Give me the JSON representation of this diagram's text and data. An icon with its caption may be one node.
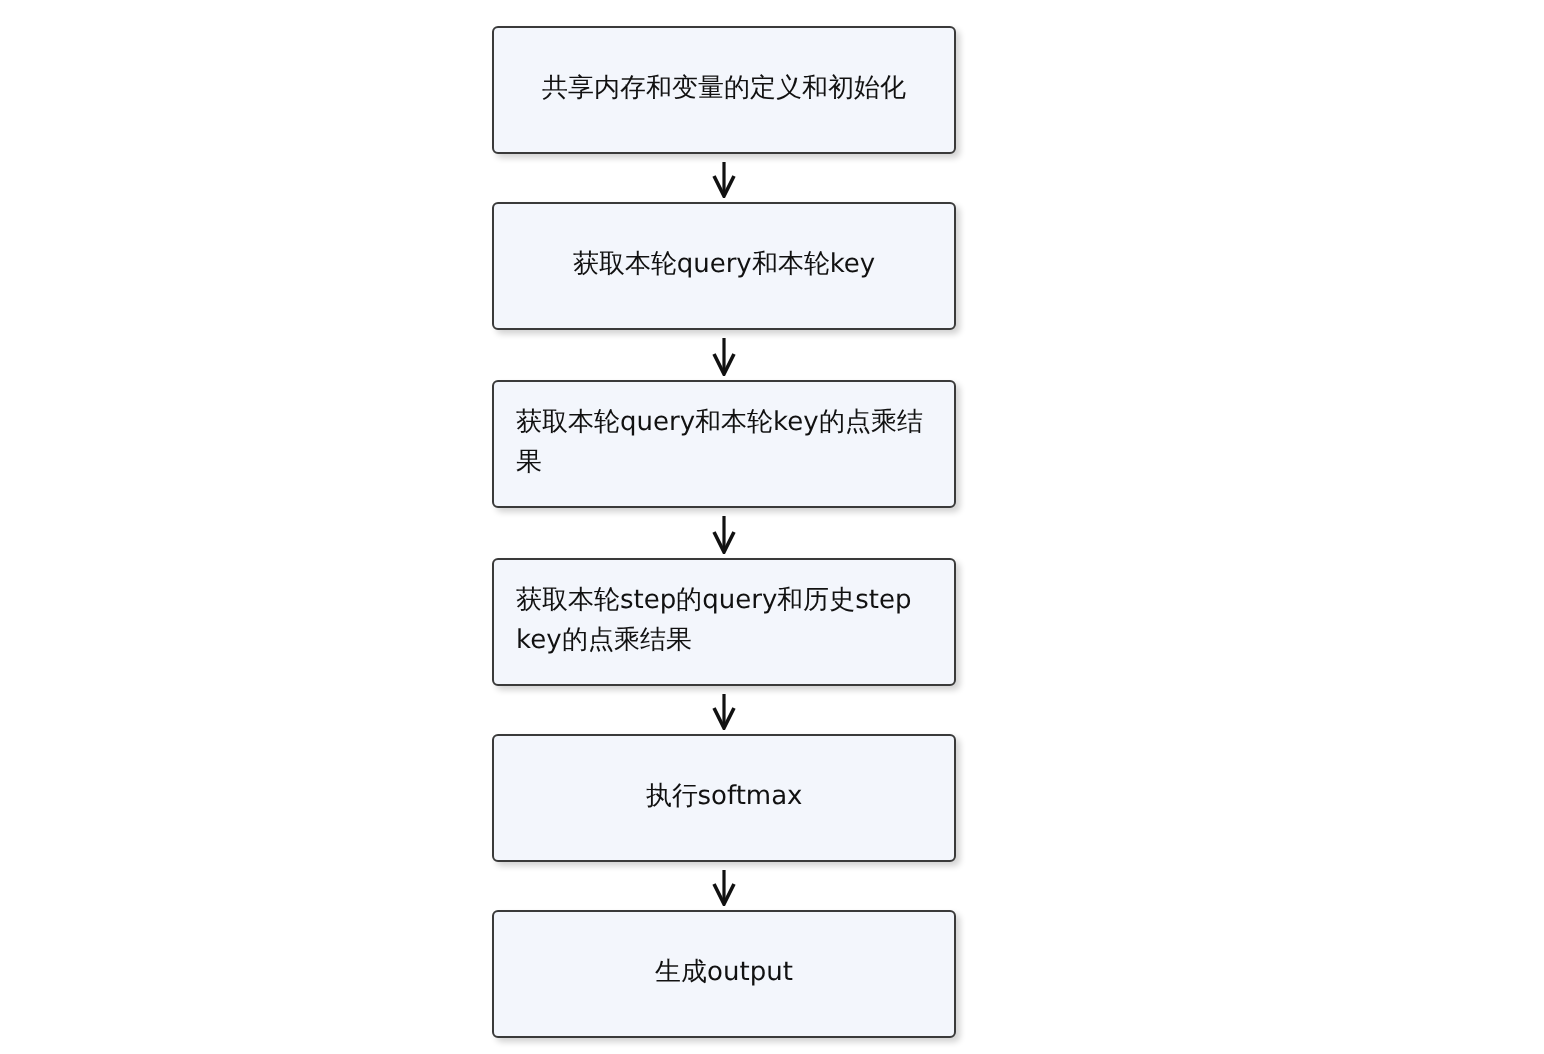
{
  "diagram": {
    "nodes": [
      {
        "text": [
          "共享内存和变量的定义和初始化"
        ]
      },
      {
        "text": [
          "获取本轮query和本轮key"
        ]
      },
      {
        "text": [
          "获取本轮query和本轮key的点乘结果"
        ]
      },
      {
        "text": [
          "获取本轮step的query和历史step key的点乘结果"
        ]
      },
      {
        "text": [
          "执行softmax"
        ]
      },
      {
        "text": [
          "生成output"
        ]
      }
    ],
    "edges": [
      {
        "from": 0,
        "to": 1,
        "arrow": "to"
      },
      {
        "from": 1,
        "to": 2,
        "arrow": "to"
      },
      {
        "from": 2,
        "to": 3,
        "arrow": "to"
      },
      {
        "from": 3,
        "to": 4,
        "arrow": "to"
      },
      {
        "from": 4,
        "to": 5,
        "arrow": "to"
      }
    ]
  }
}
